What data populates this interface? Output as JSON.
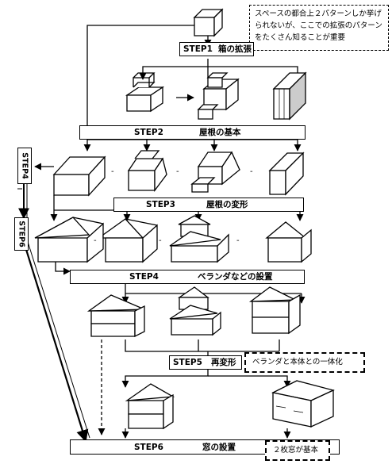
{
  "note_top": "スペースの都合上２パターンしか挙げられないが、ここでの拡張のパターンをたくさん知ることが重要",
  "steps": {
    "s1": {
      "no": "STEP1",
      "title": "箱の拡張"
    },
    "s2": {
      "no": "STEP2",
      "title": "屋根の基本"
    },
    "s3": {
      "no": "STEP3",
      "title": "屋根の変形"
    },
    "s4": {
      "no": "STEP4",
      "title": "ベランダなどの設置"
    },
    "s5": {
      "no": "STEP5",
      "title": "再変形"
    },
    "s6": {
      "no": "STEP6",
      "title": "窓の設置"
    }
  },
  "side_labels": {
    "step4": "STEP4",
    "step6": "STEP6"
  },
  "note_step5": "ベランダと本体との一体化",
  "note_step6": "２枚窓が基本",
  "icons": [
    "box-sketch",
    "roof-sketch",
    "house-sketch",
    "arrow-icon"
  ]
}
